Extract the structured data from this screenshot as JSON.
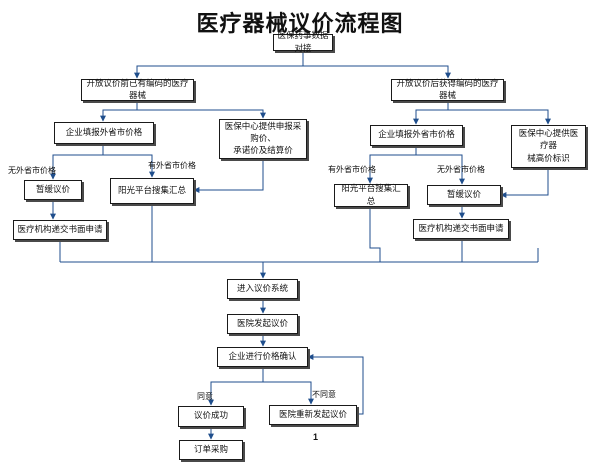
{
  "title": "医疗器械议价流程图",
  "page_number": "1",
  "nodes": {
    "dock": "医保药事数据对接",
    "coded": "开放议价前已有编码的医疗器械",
    "new_code": "开放议价后获得编码的医疗器械",
    "left_report": "企业填报外省市价格",
    "left_ceiling": "医保中心提供申报采购价、\n承诺价及结算价",
    "right_report": "企业填报外省市价格",
    "right_ceiling": "医保中心提供医疗器\n械高价标识",
    "left_hold": "暂缓议价",
    "left_sunshine": "阳光平台搜集汇总",
    "left_apply": "医疗机构递交书面申请",
    "right_sunshine": "阳光平台搜集汇总",
    "right_hold": "暂缓议价",
    "right_apply": "医疗机构递交书面申请",
    "enter": "进入议价系统",
    "hospital_start": "医院发起议价",
    "confirm": "企业进行价格确认",
    "success": "议价成功",
    "renegotiate": "医院重新发起议价",
    "order": "订单采购"
  },
  "edge_labels": {
    "left_none": "无外省市价格",
    "left_has": "有外省市价格",
    "right_has": "有外省市价格",
    "right_none": "无外省市价格",
    "agree": "同意",
    "disagree": "不同意"
  }
}
